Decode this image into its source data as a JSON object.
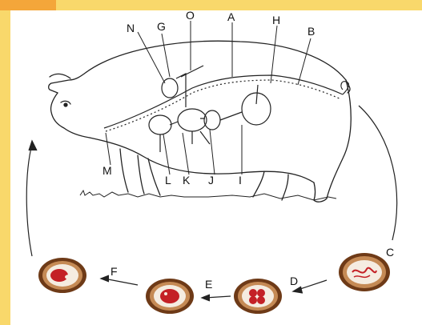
{
  "colors": {
    "frame_bar": "#f9d86b",
    "frame_bar_corner": "#f4a63a",
    "egg_shell_outer": "#6e3a17",
    "egg_shell_inner": "#c58a55",
    "embryo": "#c42026",
    "line": "#222222"
  },
  "labels": {
    "A": "A",
    "B": "B",
    "C": "C",
    "D": "D",
    "E": "E",
    "F": "F",
    "G": "G",
    "H": "H",
    "I": "I",
    "J": "J",
    "K": "K",
    "L": "L",
    "M": "M",
    "N": "N",
    "O": "O"
  },
  "icons": {
    "pig": "pig-outline-icon",
    "eggs": [
      "egg-stage-icon",
      "egg-stage-icon",
      "egg-stage-icon",
      "egg-stage-icon"
    ]
  }
}
